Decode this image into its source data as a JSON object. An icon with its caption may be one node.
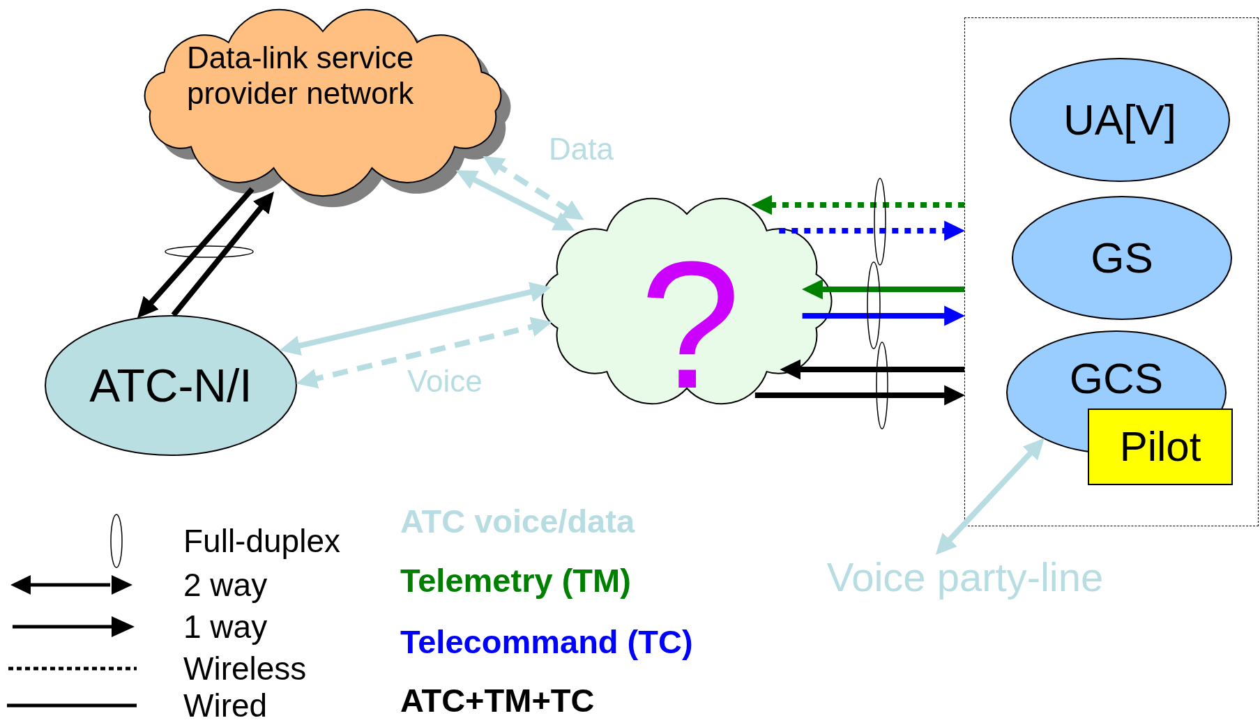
{
  "diagram": {
    "nodes": [
      {
        "text": [
          "Data-link service provider network"
        ]
      },
      {
        "text": [
          "ATC-N/I"
        ]
      },
      {
        "text": [
          "?"
        ]
      },
      {
        "text": [],
        "shape": "box"
      },
      {
        "text": [
          "UA[V]"
        ],
        "in": 3
      },
      {
        "text": [
          "GS"
        ],
        "in": 3
      },
      {
        "text": [
          "GCS"
        ],
        "in": 3
      },
      {
        "text": [
          "Pilot"
        ],
        "in": 3
      },
      {
        "text": [
          "Voice party-line"
        ]
      }
    ],
    "edges": [
      {
        "from": 0,
        "to": 1,
        "arrow": "to",
        "color": "#000000"
      },
      {
        "from": 1,
        "to": 0,
        "arrow": "to",
        "color": "#000000"
      },
      {
        "from": 0,
        "to": 2,
        "arrow": "both"
      },
      {
        "from": 0,
        "to": 2,
        "arrow": "both",
        "style": "dashed"
      },
      {
        "from": 1,
        "to": 2,
        "arrow": "both"
      },
      {
        "from": 1,
        "to": 2,
        "arrow": "both",
        "style": "dashed"
      },
      {
        "from": 3,
        "to": 2,
        "arrow": "to",
        "style": "dashed",
        "color": "#008000"
      },
      {
        "from": 2,
        "to": 3,
        "arrow": "to",
        "style": "dashed",
        "color": "#0000ff"
      },
      {
        "from": 3,
        "to": 2,
        "arrow": "to",
        "color": "#008000"
      },
      {
        "from": 2,
        "to": 3,
        "arrow": "to",
        "color": "#0000ff"
      },
      {
        "from": 3,
        "to": 2,
        "arrow": "to",
        "color": "#000000"
      },
      {
        "from": 2,
        "to": 3,
        "arrow": "to",
        "color": "#000000"
      },
      {
        "from": 6,
        "to": 8,
        "arrow": "both"
      }
    ],
    "labels": [
      "Data",
      "Voice"
    ],
    "legend": [
      {
        "text": "Full-duplex"
      },
      {
        "text": "2 way"
      },
      {
        "text": "1 way"
      },
      {
        "text": "Wireless"
      },
      {
        "text": "Wired"
      },
      {
        "text": "ATC voice/data",
        "color": "#b7dde2"
      },
      {
        "text": "Telemetry (TM)",
        "color": "#008000"
      },
      {
        "text": "Telecommand (TC)",
        "color": "#0000ff"
      },
      {
        "text": "ATC+TM+TC",
        "color": "#000000"
      }
    ]
  }
}
